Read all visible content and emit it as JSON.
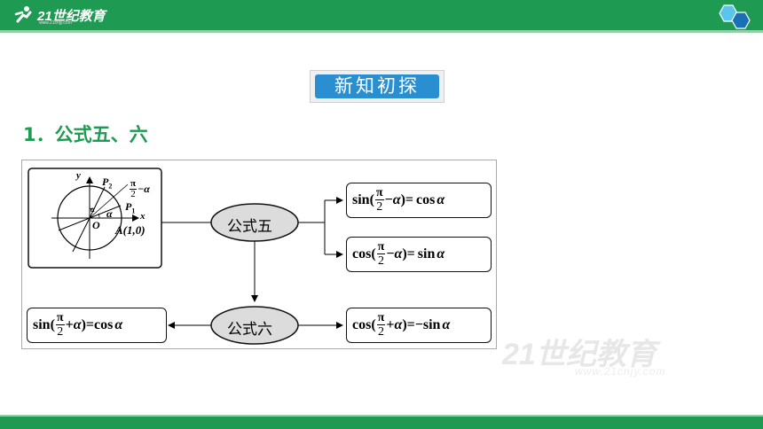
{
  "header": {
    "logo_text": "21世纪教育",
    "logo_sub": "www.21cnjy.com"
  },
  "badge": {
    "label": "新知初探"
  },
  "section": {
    "title": "1．公式五、六"
  },
  "diagram": {
    "node_five": "公式五",
    "node_six": "公式六",
    "circle_labels": {
      "y": "y",
      "x": "x",
      "origin": "O",
      "point_a": "A(1,0)",
      "p2": "P",
      "p2_sub": "2",
      "p1": "P",
      "p1_sub": "1",
      "alpha": "α",
      "alpha2": "α",
      "angle_num": "π",
      "angle_den": "2",
      "angle_rest": "−α"
    },
    "eq1": {
      "fn_left": "sin(",
      "num": "π",
      "den": "2",
      "mid": "−",
      "alpha": "α",
      "close": ")=",
      "fn_right": "cos",
      "alpha_r": "α"
    },
    "eq2": {
      "fn_left": "cos(",
      "num": "π",
      "den": "2",
      "mid": "−",
      "alpha": "α",
      "close": ")=",
      "fn_right": "sin",
      "alpha_r": "α"
    },
    "eq3": {
      "fn_left": "sin(",
      "num": "π",
      "den": "2",
      "mid": "+",
      "alpha": "α",
      "close": ")=",
      "fn_right": "cos",
      "alpha_r": "α"
    },
    "eq4": {
      "fn_left": "cos(",
      "num": "π",
      "den": "2",
      "mid": "+",
      "alpha": "α",
      "close": ")=",
      "fn_right": "−sin",
      "alpha_r": "α"
    }
  },
  "watermark": {
    "text": "21世纪教育",
    "sub": "www.21cnjy.com"
  },
  "colors": {
    "brand_green": "#1e9a52",
    "badge_blue": "#2a8fd0"
  }
}
